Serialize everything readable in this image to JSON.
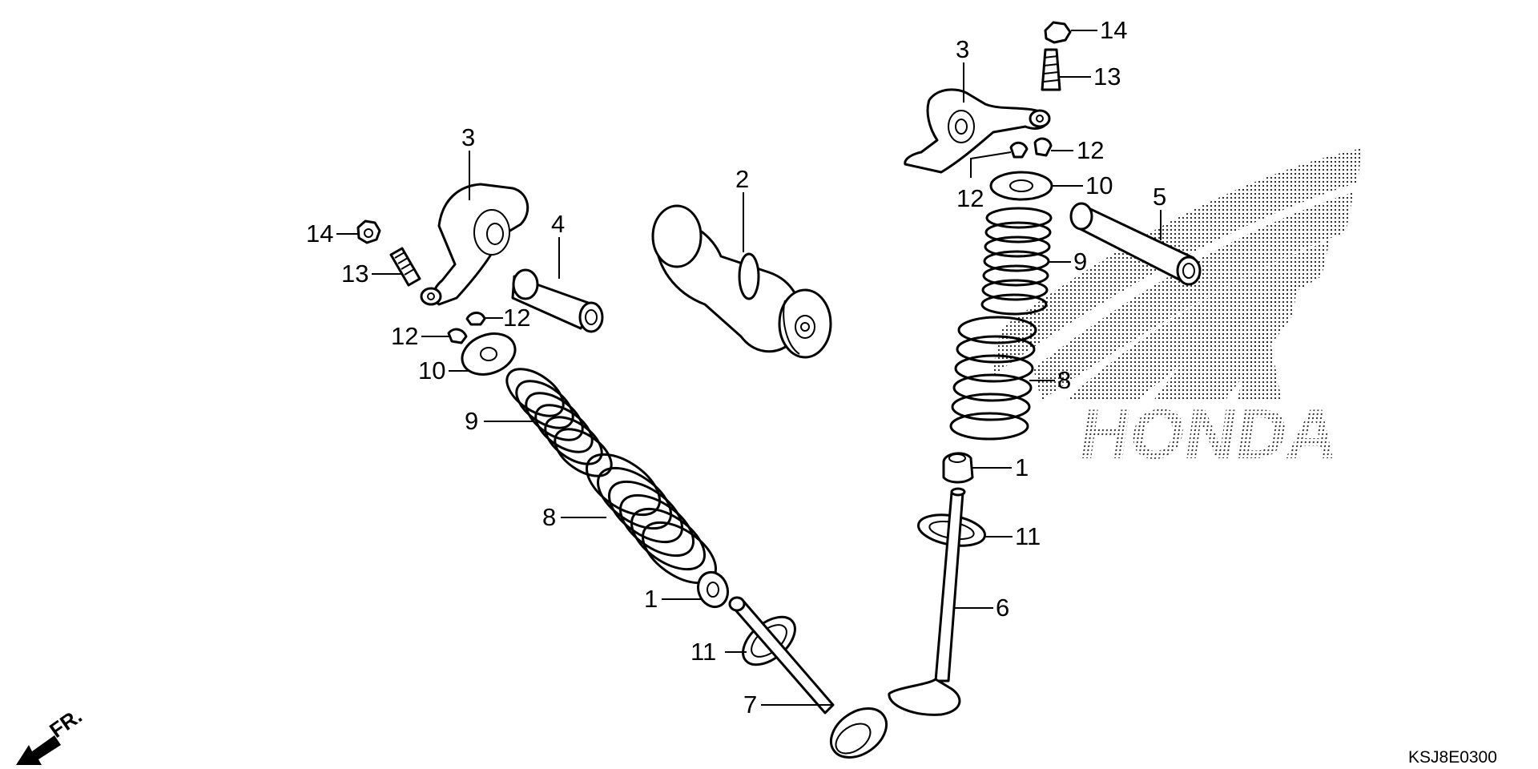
{
  "diagram": {
    "part_code": "KSJ8E0300",
    "front_indicator": "FR.",
    "watermark_text": "HONDA",
    "labels": {
      "l1_a": "1",
      "l1_b": "1",
      "l2": "2",
      "l3_a": "3",
      "l3_b": "3",
      "l4": "4",
      "l5": "5",
      "l6": "6",
      "l7": "7",
      "l8_a": "8",
      "l8_b": "8",
      "l9_a": "9",
      "l9_b": "9",
      "l10_a": "10",
      "l10_b": "10",
      "l11_a": "11",
      "l11_b": "11",
      "l12_a": "12",
      "l12_b": "12",
      "l12_c": "12",
      "l12_d": "12",
      "l13_a": "13",
      "l13_b": "13",
      "l14_a": "14",
      "l14_b": "14"
    },
    "parts": [
      {
        "ref": "1",
        "name": "valve-stem-seal"
      },
      {
        "ref": "2",
        "name": "camshaft"
      },
      {
        "ref": "3",
        "name": "rocker-arm"
      },
      {
        "ref": "4",
        "name": "rocker-arm-shaft"
      },
      {
        "ref": "5",
        "name": "rocker-arm-shaft"
      },
      {
        "ref": "6",
        "name": "valve"
      },
      {
        "ref": "7",
        "name": "valve"
      },
      {
        "ref": "8",
        "name": "outer-valve-spring"
      },
      {
        "ref": "9",
        "name": "inner-valve-spring"
      },
      {
        "ref": "10",
        "name": "valve-spring-retainer"
      },
      {
        "ref": "11",
        "name": "valve-spring-seat"
      },
      {
        "ref": "12",
        "name": "valve-cotter"
      },
      {
        "ref": "13",
        "name": "tappet-adjusting-screw"
      },
      {
        "ref": "14",
        "name": "tappet-adjusting-nut"
      }
    ]
  }
}
